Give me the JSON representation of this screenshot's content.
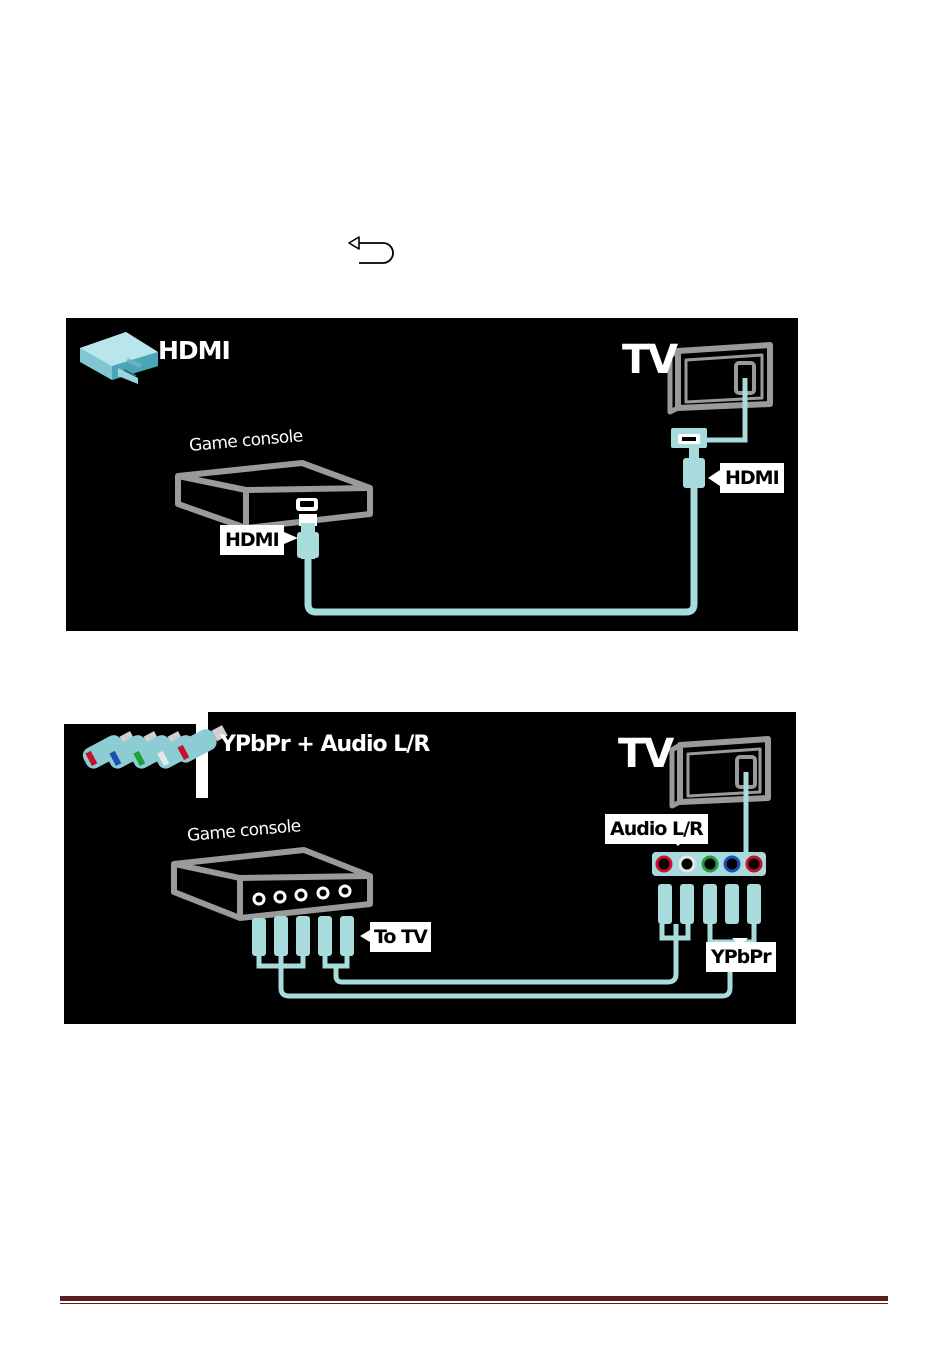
{
  "icons": {
    "back": "return-arrow-icon",
    "hdmi_connector": "hdmi-connector-icon",
    "rca_connectors": "rca-plugs-icon",
    "tv": "tv-rear-icon",
    "game_console": "game-console-icon"
  },
  "colors": {
    "panel_bg": "#000000",
    "cable": "#a8dcdc",
    "device_outline": "#9a9a9a",
    "footer_rule": "#5b1f20",
    "jack_red": "#c8102e",
    "jack_green": "#1f9e3a",
    "jack_blue": "#1e4fb4",
    "jack_white": "#e8e8e8"
  },
  "diagrams": [
    {
      "title": "HDMI",
      "tv_label": "TV",
      "console_label": "Game console",
      "source_tag": "HDMI",
      "tv_tag": "HDMI"
    },
    {
      "title": "YPbPr + Audio L/R",
      "tv_label": "TV",
      "console_label": "Game console",
      "source_tag": "To TV",
      "tv_audio_tag": "Audio L/R",
      "tv_video_tag": "YPbPr"
    }
  ]
}
